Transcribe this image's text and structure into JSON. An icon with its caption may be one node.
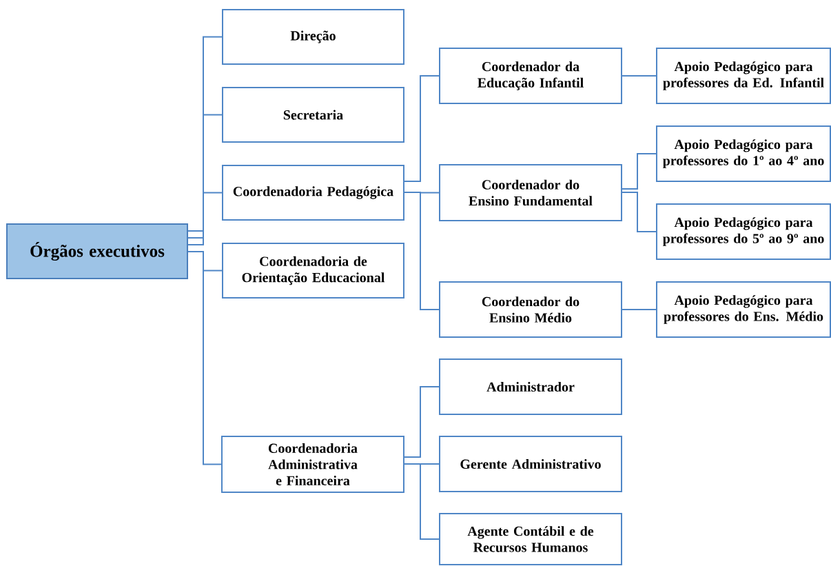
{
  "diagram": {
    "nodes": [
      {
        "text": [
          "Órgãos executivos"
        ]
      },
      {
        "text": [
          "Direção"
        ]
      },
      {
        "text": [
          "Secretaria"
        ]
      },
      {
        "text": [
          "Coordenadoria Pedagógica"
        ]
      },
      {
        "text": [
          "Coordenadoria de Orientação Educacional"
        ]
      },
      {
        "text": [
          "Coordenadoria Administrativa e Financeira"
        ]
      },
      {
        "text": [
          "Coordenador da Educação Infantil"
        ]
      },
      {
        "text": [
          "Coordenador do Ensino Fundamental"
        ]
      },
      {
        "text": [
          "Coordenador do Ensino Médio"
        ]
      },
      {
        "text": [
          "Apoio Pedagógico para professores da Ed. Infantil"
        ]
      },
      {
        "text": [
          "Apoio Pedagógico para professores do 1º ao 4º ano"
        ]
      },
      {
        "text": [
          "Apoio Pedagógico para professores do 5º ao 9º ano"
        ]
      },
      {
        "text": [
          "Apoio Pedagógico para professores do Ens. Médio"
        ]
      },
      {
        "text": [
          "Administrador"
        ]
      },
      {
        "text": [
          "Gerente Administrativo"
        ]
      },
      {
        "text": [
          "Agente Contábil e de Recursos Humanos"
        ]
      }
    ],
    "edges": [
      {
        "from": 0,
        "to": 1,
        "arrow": "none"
      },
      {
        "from": 0,
        "to": 2,
        "arrow": "none"
      },
      {
        "from": 0,
        "to": 3,
        "arrow": "none"
      },
      {
        "from": 0,
        "to": 4,
        "arrow": "none"
      },
      {
        "from": 0,
        "to": 5,
        "arrow": "none"
      },
      {
        "from": 3,
        "to": 6,
        "arrow": "none"
      },
      {
        "from": 3,
        "to": 7,
        "arrow": "none"
      },
      {
        "from": 3,
        "to": 8,
        "arrow": "none"
      },
      {
        "from": 6,
        "to": 9,
        "arrow": "none"
      },
      {
        "from": 7,
        "to": 10,
        "arrow": "none"
      },
      {
        "from": 7,
        "to": 11,
        "arrow": "none"
      },
      {
        "from": 8,
        "to": 12,
        "arrow": "none"
      },
      {
        "from": 5,
        "to": 13,
        "arrow": "none"
      },
      {
        "from": 5,
        "to": 14,
        "arrow": "none"
      },
      {
        "from": 5,
        "to": 15,
        "arrow": "none"
      }
    ]
  }
}
